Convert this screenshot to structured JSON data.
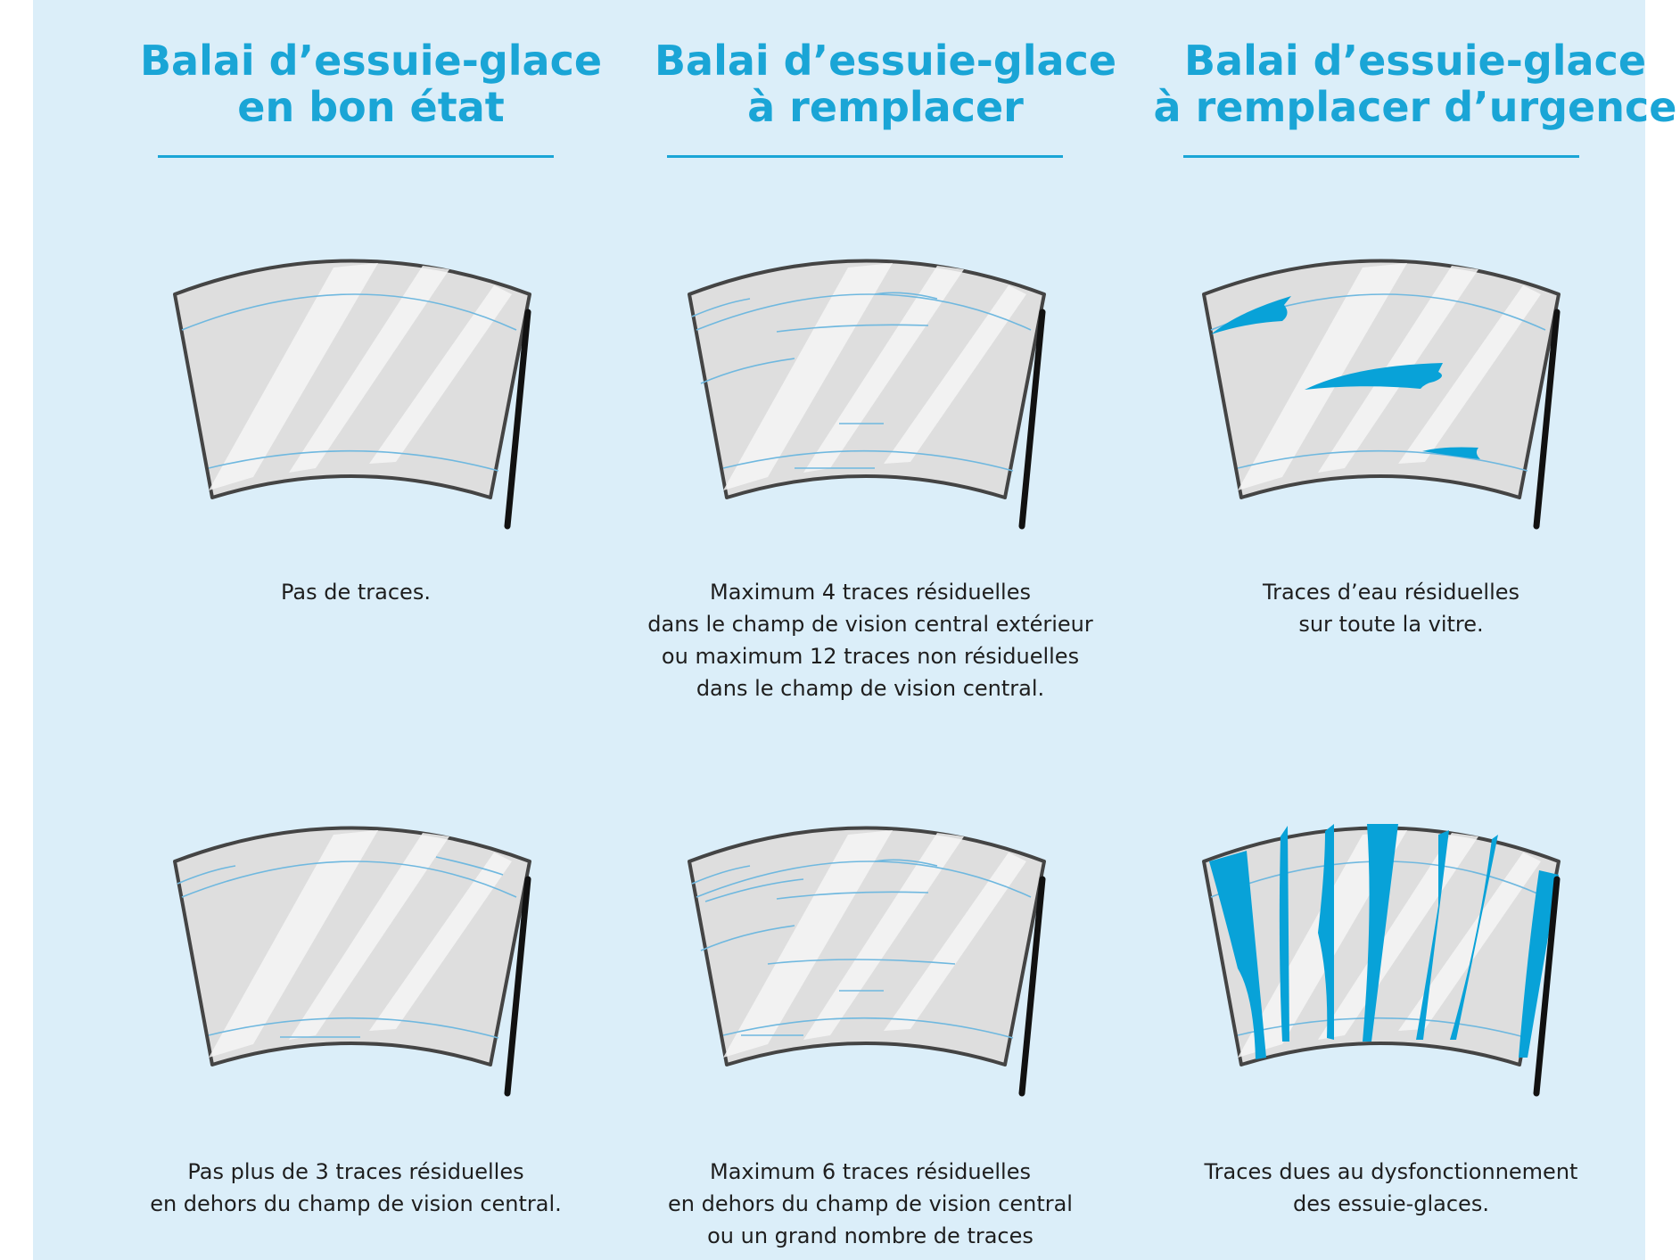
{
  "columns": [
    {
      "title_lines": [
        "Balai d’essuie-glace",
        "en bon état"
      ]
    },
    {
      "title_lines": [
        "Balai d’essuie-glace",
        "à remplacer"
      ]
    },
    {
      "title_lines": [
        "Balai d’essuie-glace",
        "à remplacer d’urgence"
      ]
    }
  ],
  "captions": {
    "row1": [
      [
        "Pas de traces."
      ],
      [
        "Maximum 4 traces résiduelles",
        "dans le champ de vision central extérieur",
        "ou maximum 12 traces non résiduelles",
        "dans le champ de vision central."
      ],
      [
        "Traces d’eau résiduelles",
        "sur toute la vitre."
      ]
    ],
    "row2": [
      [
        "Pas plus de 3 traces résiduelles",
        "en dehors du champ de vision central."
      ],
      [
        "Maximum 6 traces résiduelles",
        "en dehors du champ de vision central",
        "ou un grand nombre de traces"
      ],
      [
        "Traces dues au dysfonctionnement",
        "des essuie-glaces."
      ]
    ]
  },
  "colors": {
    "accent": "#1aa5d6",
    "background": "#dbeef9",
    "glass": "#dedede",
    "glass_border": "#444444",
    "streak": "#6fb8df",
    "water": "#08a2d8",
    "wiper": "#111111"
  },
  "icons": [
    "windshield-icon",
    "wiper-blade-icon",
    "water-streak-icon"
  ]
}
